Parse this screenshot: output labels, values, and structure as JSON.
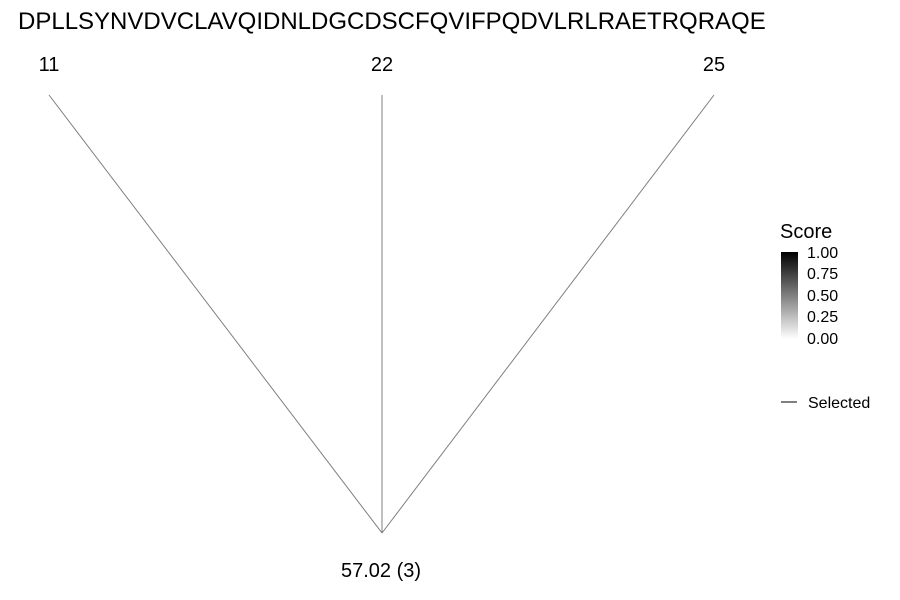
{
  "sequence": "DPLLSYNVDVCLAVQIDNLDGCDSCFQVIFPQDVLRLRAETRQRAQE",
  "positions": [
    "11",
    "22",
    "25"
  ],
  "root_label": "57.02 (3)",
  "legend": {
    "title": "Score",
    "ticks": [
      "1.00",
      "0.75",
      "0.50",
      "0.25",
      "0.00"
    ],
    "gradient_top_color": "#000000",
    "gradient_bottom_color": "#ffffff",
    "selected_label": "Selected",
    "selected_color": "#000000"
  },
  "colors": {
    "edge": "#7f7f7f",
    "text": "#000000",
    "background": "#ffffff"
  }
}
